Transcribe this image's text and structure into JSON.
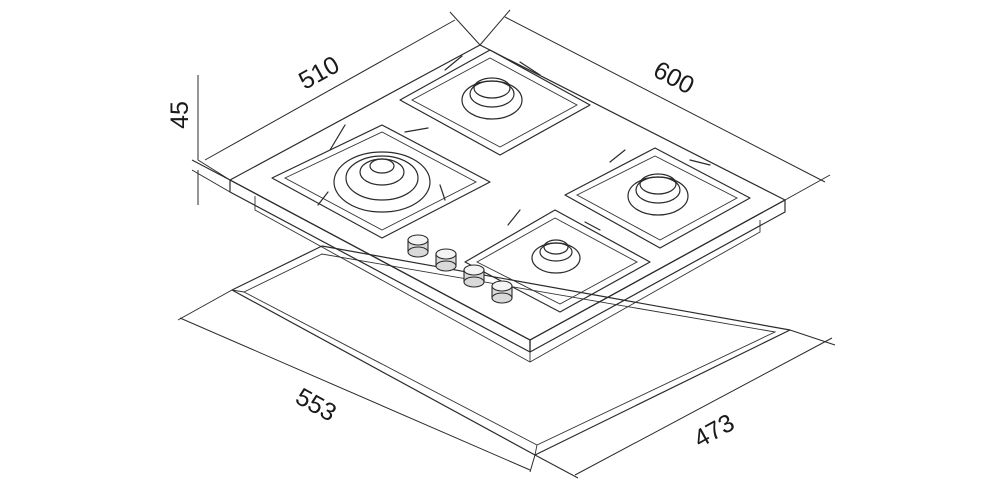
{
  "diagram": {
    "dimensions": {
      "width": "510",
      "depth": "600",
      "height": "45",
      "cutout_width": "553",
      "cutout_depth": "473"
    },
    "components": {
      "burners": [
        "wok-burner",
        "rear-left-burner",
        "right-burner",
        "front-burner"
      ],
      "knob_count": 4
    }
  }
}
